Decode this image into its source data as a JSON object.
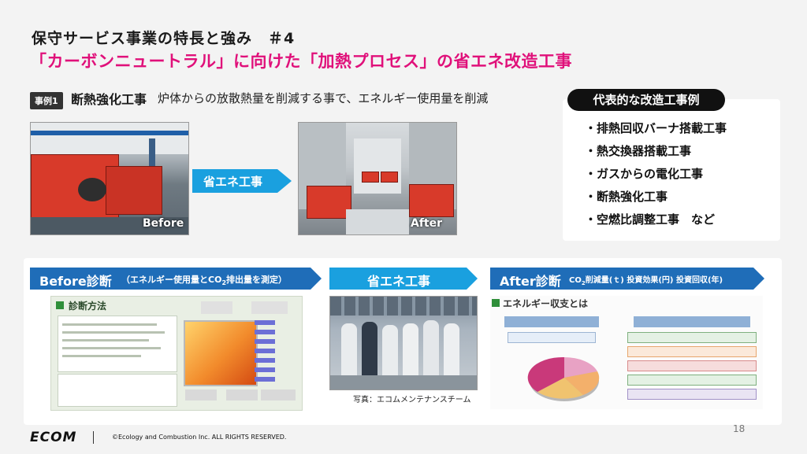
{
  "header": {
    "title": "保守サービス事業の特長と強み　＃4",
    "subtitle": "「カーボンニュートラル」に向けた「加熱プロセス」の省エネ改造工事"
  },
  "case": {
    "tag": "事例1",
    "title": "断熱強化工事",
    "description": "炉体からの放散熱量を削減する事で、エネルギー使用量を削減"
  },
  "photos": {
    "before_label": "Before",
    "after_label": "After",
    "arrow_label": "省エネ工事"
  },
  "side_panel": {
    "badge": "代表的な改造工事例",
    "items": [
      "・排熱回収バーナ搭載工事",
      "・熱交換器搭載工事",
      "・ガスからの電化工事",
      "・断熱強化工事",
      "・空燃比調整工事　など"
    ]
  },
  "bottom": {
    "before_banner_main": "Before診断",
    "before_banner_sub_a": "（エネルギー使用量とCO",
    "before_banner_sub_sub": "2",
    "before_banner_sub_b": "排出量を測定）",
    "mid_banner": "省エネ工事",
    "after_banner_main": "After診断",
    "after_banner_sub_a": "CO",
    "after_banner_sub_sub": "2",
    "after_banner_sub_b": "削減量(ｔ) 投資効果(円) 投資回収(年)",
    "diag_title": "診断方法",
    "energy_title": "エネルギー収支とは",
    "team_caption": "写真：エコムメンテナンスチーム"
  },
  "footer": {
    "logo": "ECOM",
    "copyright": "©Ecology and Combustion Inc. ALL RIGHTS RESERVED.",
    "page": "18"
  },
  "colors": {
    "accent_pink": "#e0107a",
    "banner_blue": "#1f6db8",
    "arrow_cyan": "#1aa0df"
  }
}
